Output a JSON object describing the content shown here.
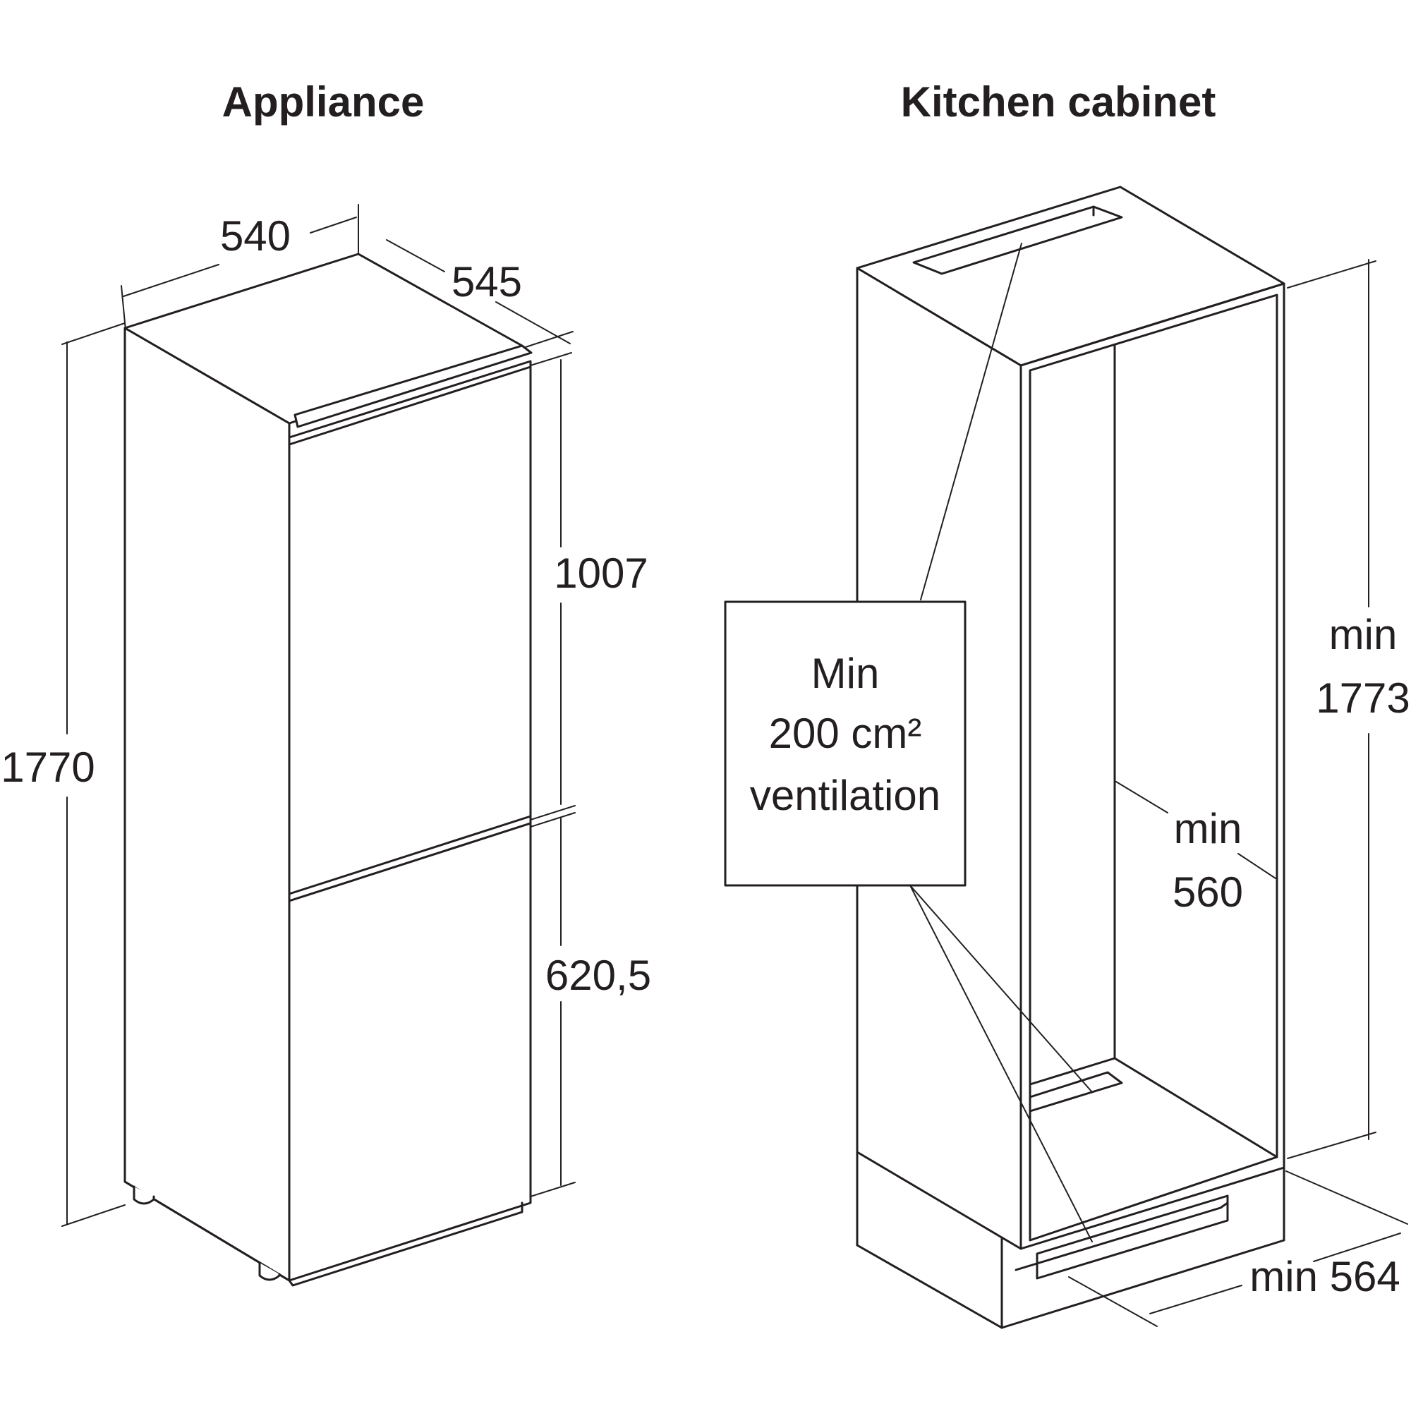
{
  "titles": {
    "appliance": "Appliance",
    "cabinet": "Kitchen cabinet"
  },
  "appliance": {
    "width": "540",
    "depth": "545",
    "height": "1770",
    "upper_door": "1007",
    "lower_door": "620,5"
  },
  "cabinet": {
    "height_line1": "min",
    "height_line2": "1773",
    "width_line1": "min",
    "width_line2": "560",
    "depth": "min 564"
  },
  "ventilation": {
    "line1": "Min",
    "line2": "200 cm²",
    "line3": "ventilation"
  }
}
